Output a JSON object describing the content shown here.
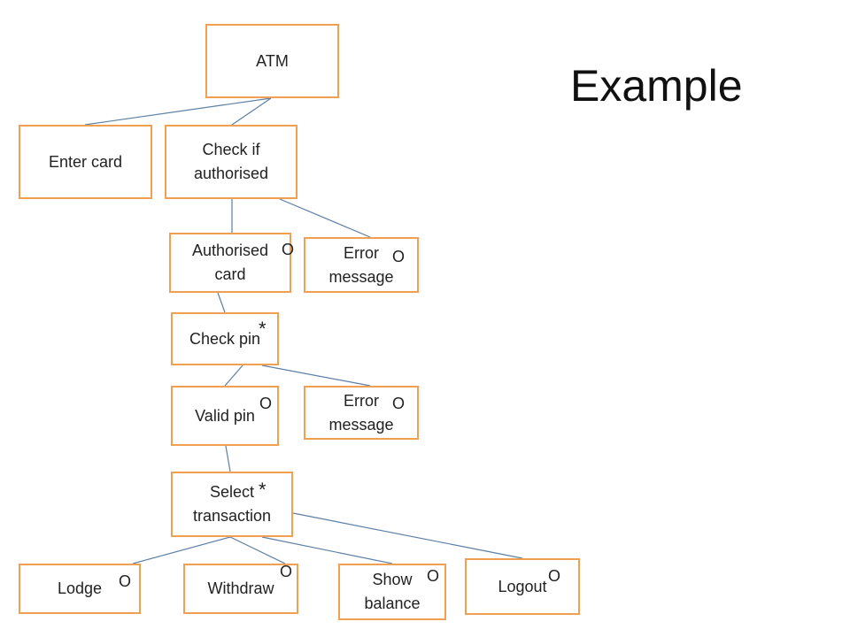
{
  "slide": {
    "title": "Example"
  },
  "diagram": {
    "nodes": [
      {
        "id": "atm",
        "label": "ATM",
        "mark": ""
      },
      {
        "id": "enter-card",
        "label": "Enter card",
        "mark": ""
      },
      {
        "id": "check-authorised",
        "label": "Check if\nauthorised",
        "mark": ""
      },
      {
        "id": "authorised-card",
        "label": "Authorised\ncard",
        "mark": "O"
      },
      {
        "id": "error-message-1",
        "label": "Error\nmessage",
        "mark": "O"
      },
      {
        "id": "check-pin",
        "label": "Check pin",
        "mark": "*"
      },
      {
        "id": "valid-pin",
        "label": "Valid pin",
        "mark": "O"
      },
      {
        "id": "error-message-2",
        "label": "Error\nmessage",
        "mark": "O"
      },
      {
        "id": "select-transaction",
        "label": "Select\ntransaction",
        "mark": "*"
      },
      {
        "id": "lodge",
        "label": "Lodge",
        "mark": "O"
      },
      {
        "id": "withdraw",
        "label": "Withdraw",
        "mark": "O"
      },
      {
        "id": "show-balance",
        "label": "Show\nbalance",
        "mark": "O"
      },
      {
        "id": "logout",
        "label": "Logout",
        "mark": "O"
      }
    ],
    "edges": [
      [
        "atm",
        "enter-card"
      ],
      [
        "atm",
        "check-authorised"
      ],
      [
        "check-authorised",
        "authorised-card"
      ],
      [
        "check-authorised",
        "error-message-1"
      ],
      [
        "authorised-card",
        "check-pin"
      ],
      [
        "check-pin",
        "valid-pin"
      ],
      [
        "check-pin",
        "error-message-2"
      ],
      [
        "valid-pin",
        "select-transaction"
      ],
      [
        "select-transaction",
        "lodge"
      ],
      [
        "select-transaction",
        "withdraw"
      ],
      [
        "select-transaction",
        "show-balance"
      ],
      [
        "select-transaction",
        "logout"
      ]
    ],
    "colors": {
      "box_border": "#f0a050",
      "edge": "#5b7fa6"
    }
  }
}
